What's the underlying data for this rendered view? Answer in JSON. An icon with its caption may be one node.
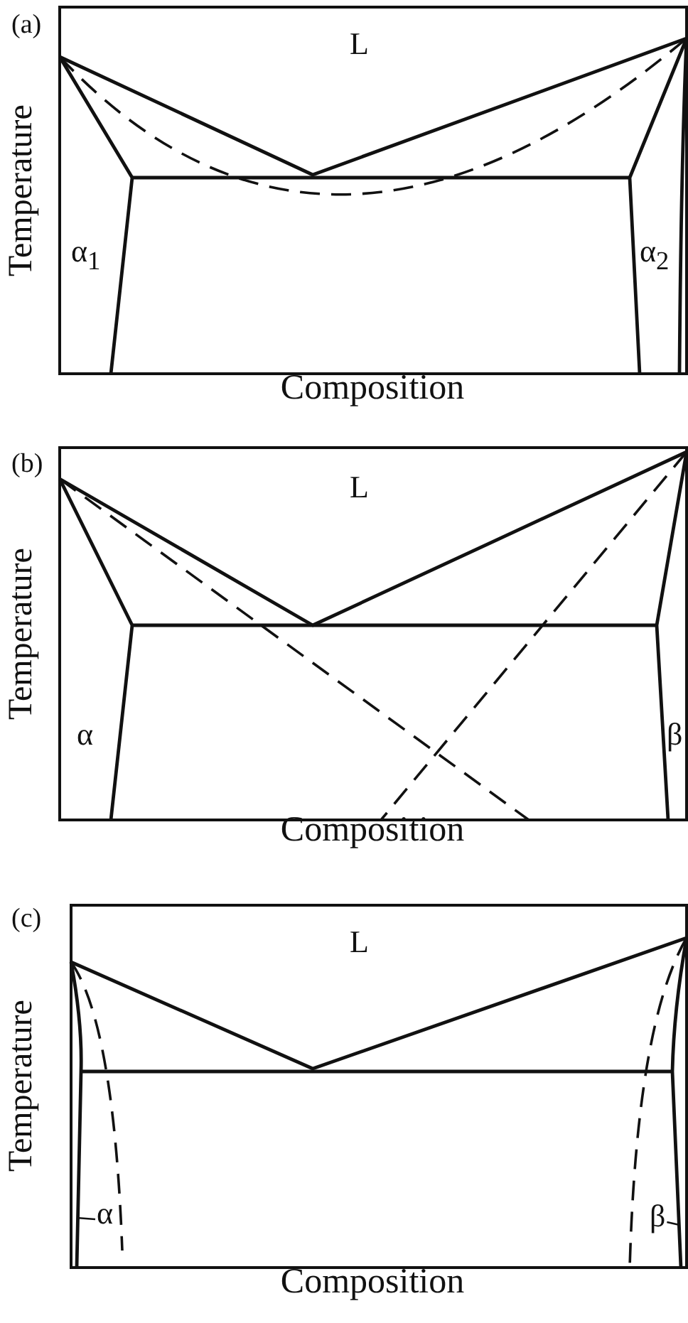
{
  "diagram": {
    "nodes": [
      {
        "text": [
          "α"
        ]
      },
      {
        "text": [
          "β"
        ]
      }
    ],
    "edges": [
      {
        "from": 0,
        "to": null,
        "arrow": "none"
      },
      {
        "from": 1,
        "to": null,
        "arrow": "none"
      }
    ],
    "labels": [
      "(a)",
      "L",
      "Temperature",
      "α$_{1}$",
      "α$_{2}$",
      "Composition",
      "(b)",
      "L",
      "Temperature",
      "α",
      "β",
      "Composition",
      "(c)",
      "L",
      "Temperature",
      "Composition"
    ]
  }
}
